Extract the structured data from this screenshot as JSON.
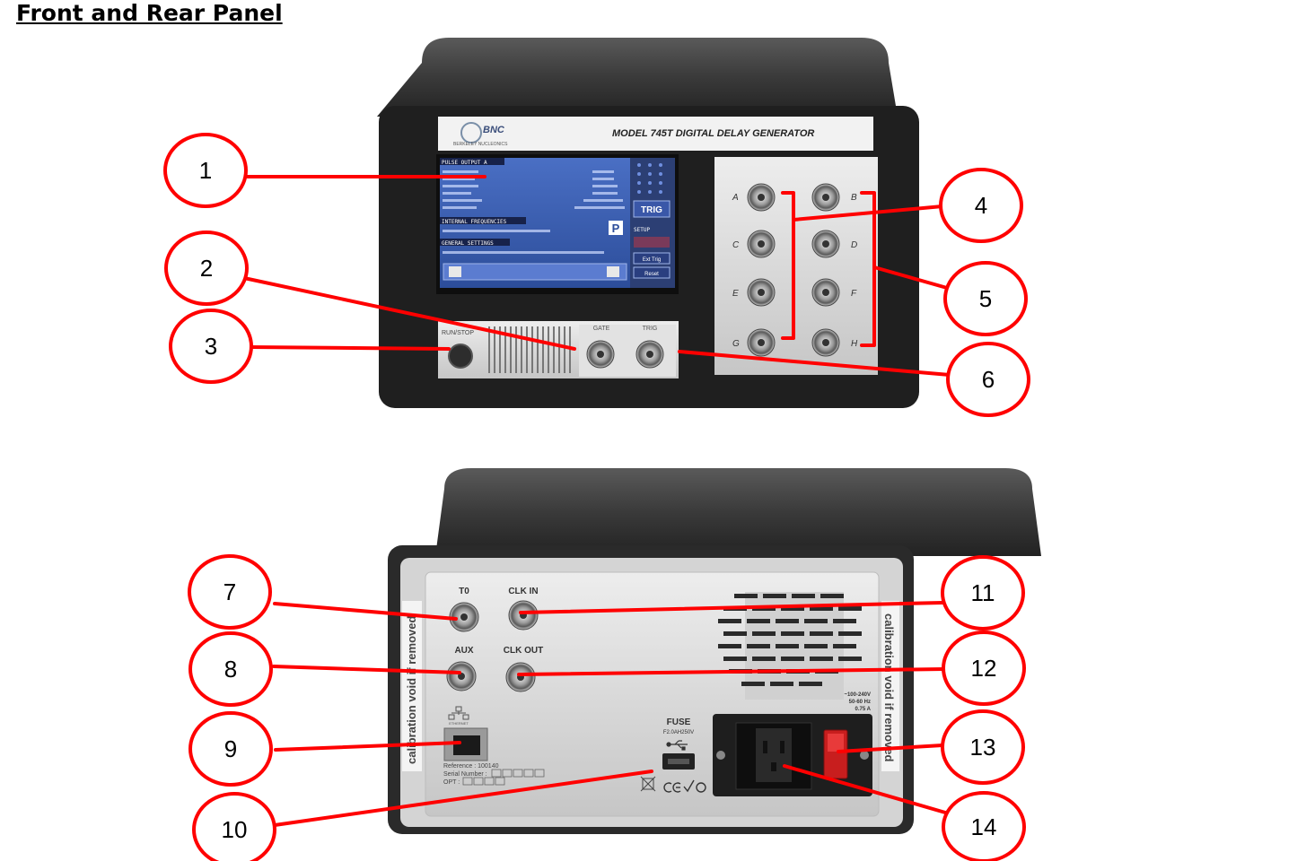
{
  "page": {
    "title": "Front and Rear Panel"
  },
  "front_panel": {
    "brand": "BNC",
    "brand_sub": "BERKELEY NUCLEONICS",
    "model_label": "MODEL 745T DIGITAL DELAY GENERATOR",
    "screen": {
      "section_pulse": "PULSE OUTPUT A",
      "section_freq": "INTERNAL FREQUENCIES",
      "section_general": "GENERAL SETTINGS",
      "trig_button": "TRIG",
      "setup_label": "SETUP",
      "ext_trig_button": "Ext Trig",
      "reset_button": "Reset",
      "p_badge": "P"
    },
    "run_stop_label": "RUN/STOP",
    "gate_label": "GATE",
    "trig_label": "TRIG",
    "channel_labels": [
      "A",
      "B",
      "C",
      "D",
      "E",
      "F",
      "G",
      "H"
    ]
  },
  "rear_panel": {
    "t0_label": "T0",
    "aux_label": "AUX",
    "clk_in_label": "CLK IN",
    "clk_out_label": "CLK OUT",
    "ethernet_label": "ETHERNET",
    "reference_line": "Reference : 100140",
    "serial_line": "Serial Number :",
    "opt_line": "OPT :",
    "calibration_left": "calibration void if removed",
    "calibration_right": "calibration void if removed",
    "fuse_label": "FUSE",
    "fuse_rating": "F2.0AH250V",
    "power_rating_1": "~100-240V",
    "power_rating_2": "50-60 Hz",
    "power_rating_3": "0.75 A"
  },
  "callouts": [
    {
      "number": "1"
    },
    {
      "number": "2"
    },
    {
      "number": "3"
    },
    {
      "number": "4"
    },
    {
      "number": "5"
    },
    {
      "number": "6"
    },
    {
      "number": "7"
    },
    {
      "number": "8"
    },
    {
      "number": "9"
    },
    {
      "number": "10"
    },
    {
      "number": "11"
    },
    {
      "number": "12"
    },
    {
      "number": "13"
    },
    {
      "number": "14"
    }
  ],
  "colors": {
    "callout": "#ff0000",
    "chassis_dark": "#2a2a2a",
    "panel_silver": "#d8d8d8",
    "screen_blue": "#3a5fb0"
  }
}
